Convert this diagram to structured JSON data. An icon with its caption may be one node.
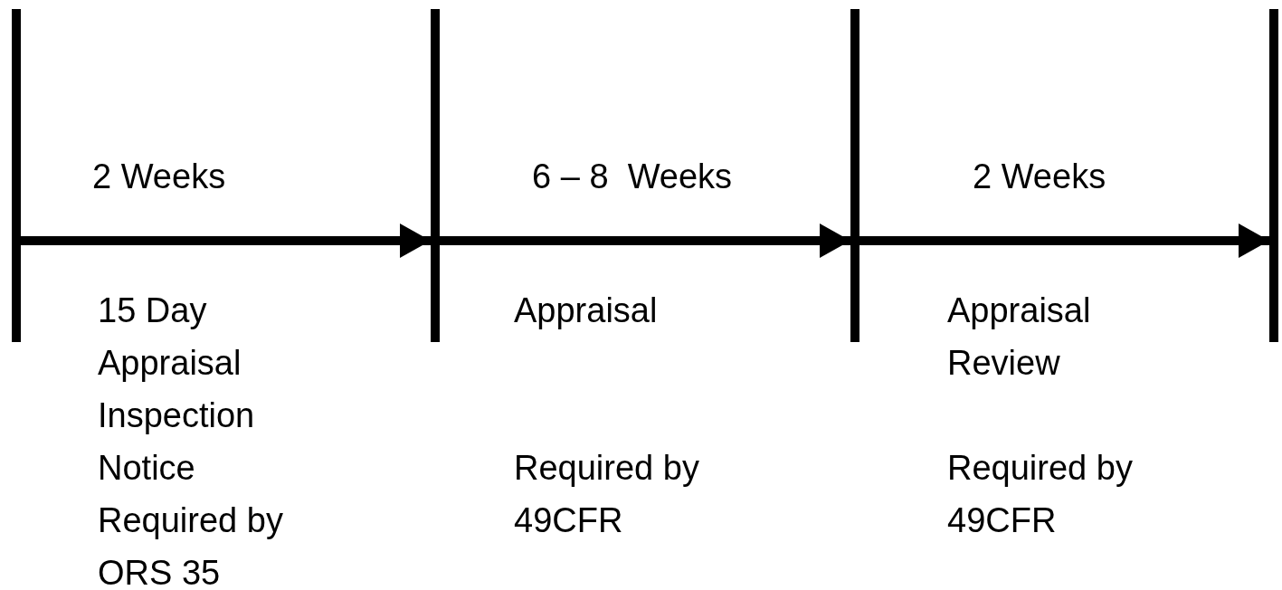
{
  "diagram": {
    "nodes": [
      {
        "text": [],
        "shape": "bar"
      },
      {
        "text": [],
        "shape": "bar"
      },
      {
        "text": [],
        "shape": "bar"
      },
      {
        "text": [],
        "shape": "bar"
      }
    ],
    "edges": [
      {
        "from": 0,
        "to": 1,
        "arrow": "to",
        "label": "2 Weeks"
      },
      {
        "from": 1,
        "to": 2,
        "arrow": "to",
        "label": "6 – 8  Weeks"
      },
      {
        "from": 2,
        "to": 3,
        "arrow": "to",
        "label": "2 Weeks"
      }
    ],
    "labels": [
      "15 Day Appraisal Inspection Notice Required by ORS 35",
      "Appraisal",
      "Required by 49CFR",
      "Appraisal Review",
      "Required by 49CFR"
    ]
  }
}
